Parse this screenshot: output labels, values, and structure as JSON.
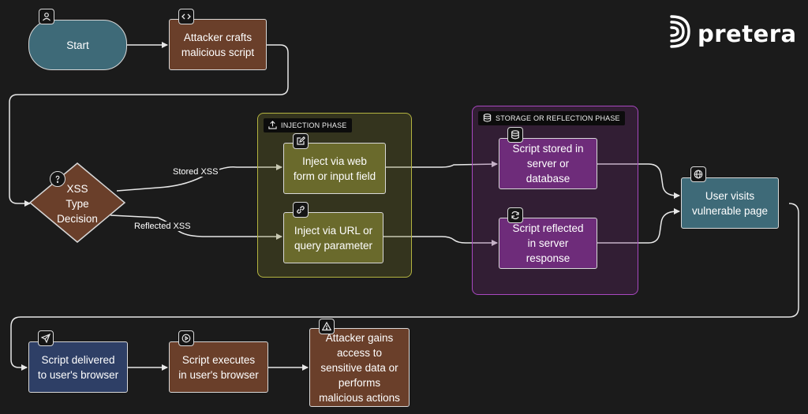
{
  "brand": {
    "name": "pretera"
  },
  "groups": {
    "injection": {
      "title": "INJECTION PHASE"
    },
    "storage": {
      "title": "STORAGE OR REFLECTION PHASE"
    }
  },
  "nodes": {
    "start": "Start",
    "crafts": "Attacker crafts\nmalicious script",
    "decision": "XSS\nType\nDecision",
    "inject_web": "Inject via web\nform or input field",
    "inject_url": "Inject via URL or\nquery parameter",
    "stored": "Script stored in\nserver or\ndatabase",
    "reflected": "Script reflected\nin server\nresponse",
    "user_visits": "User visits\nvulnerable page",
    "delivered": "Script delivered\nto user's browser",
    "executes": "Script executes\nin user's browser",
    "gains": "Attacker gains\naccess to\nsensitive data or\nperforms\nmalicious actions"
  },
  "edges": {
    "stored_label": "Stored XSS",
    "reflected_label": "Reflected XSS"
  },
  "icons": {
    "start": "user-icon",
    "crafts": "code-icon",
    "decision": "help-circle-icon",
    "inject_web": "edit-icon",
    "inject_url": "link-icon",
    "stored": "database-icon",
    "reflected": "refresh-icon",
    "user_visits": "globe-icon",
    "delivered": "send-icon",
    "executes": "play-circle-icon",
    "gains": "warning-icon",
    "injection_group": "upload-icon",
    "storage_group": "database-icon"
  },
  "colors": {
    "background": "#1b1b1b",
    "start": "#3e6a78",
    "brown": "#6a3f2a",
    "olive": "#6a6a2c",
    "purple": "#6e2c7a",
    "navy": "#2e3f66",
    "stroke": "#d8d8d8"
  }
}
